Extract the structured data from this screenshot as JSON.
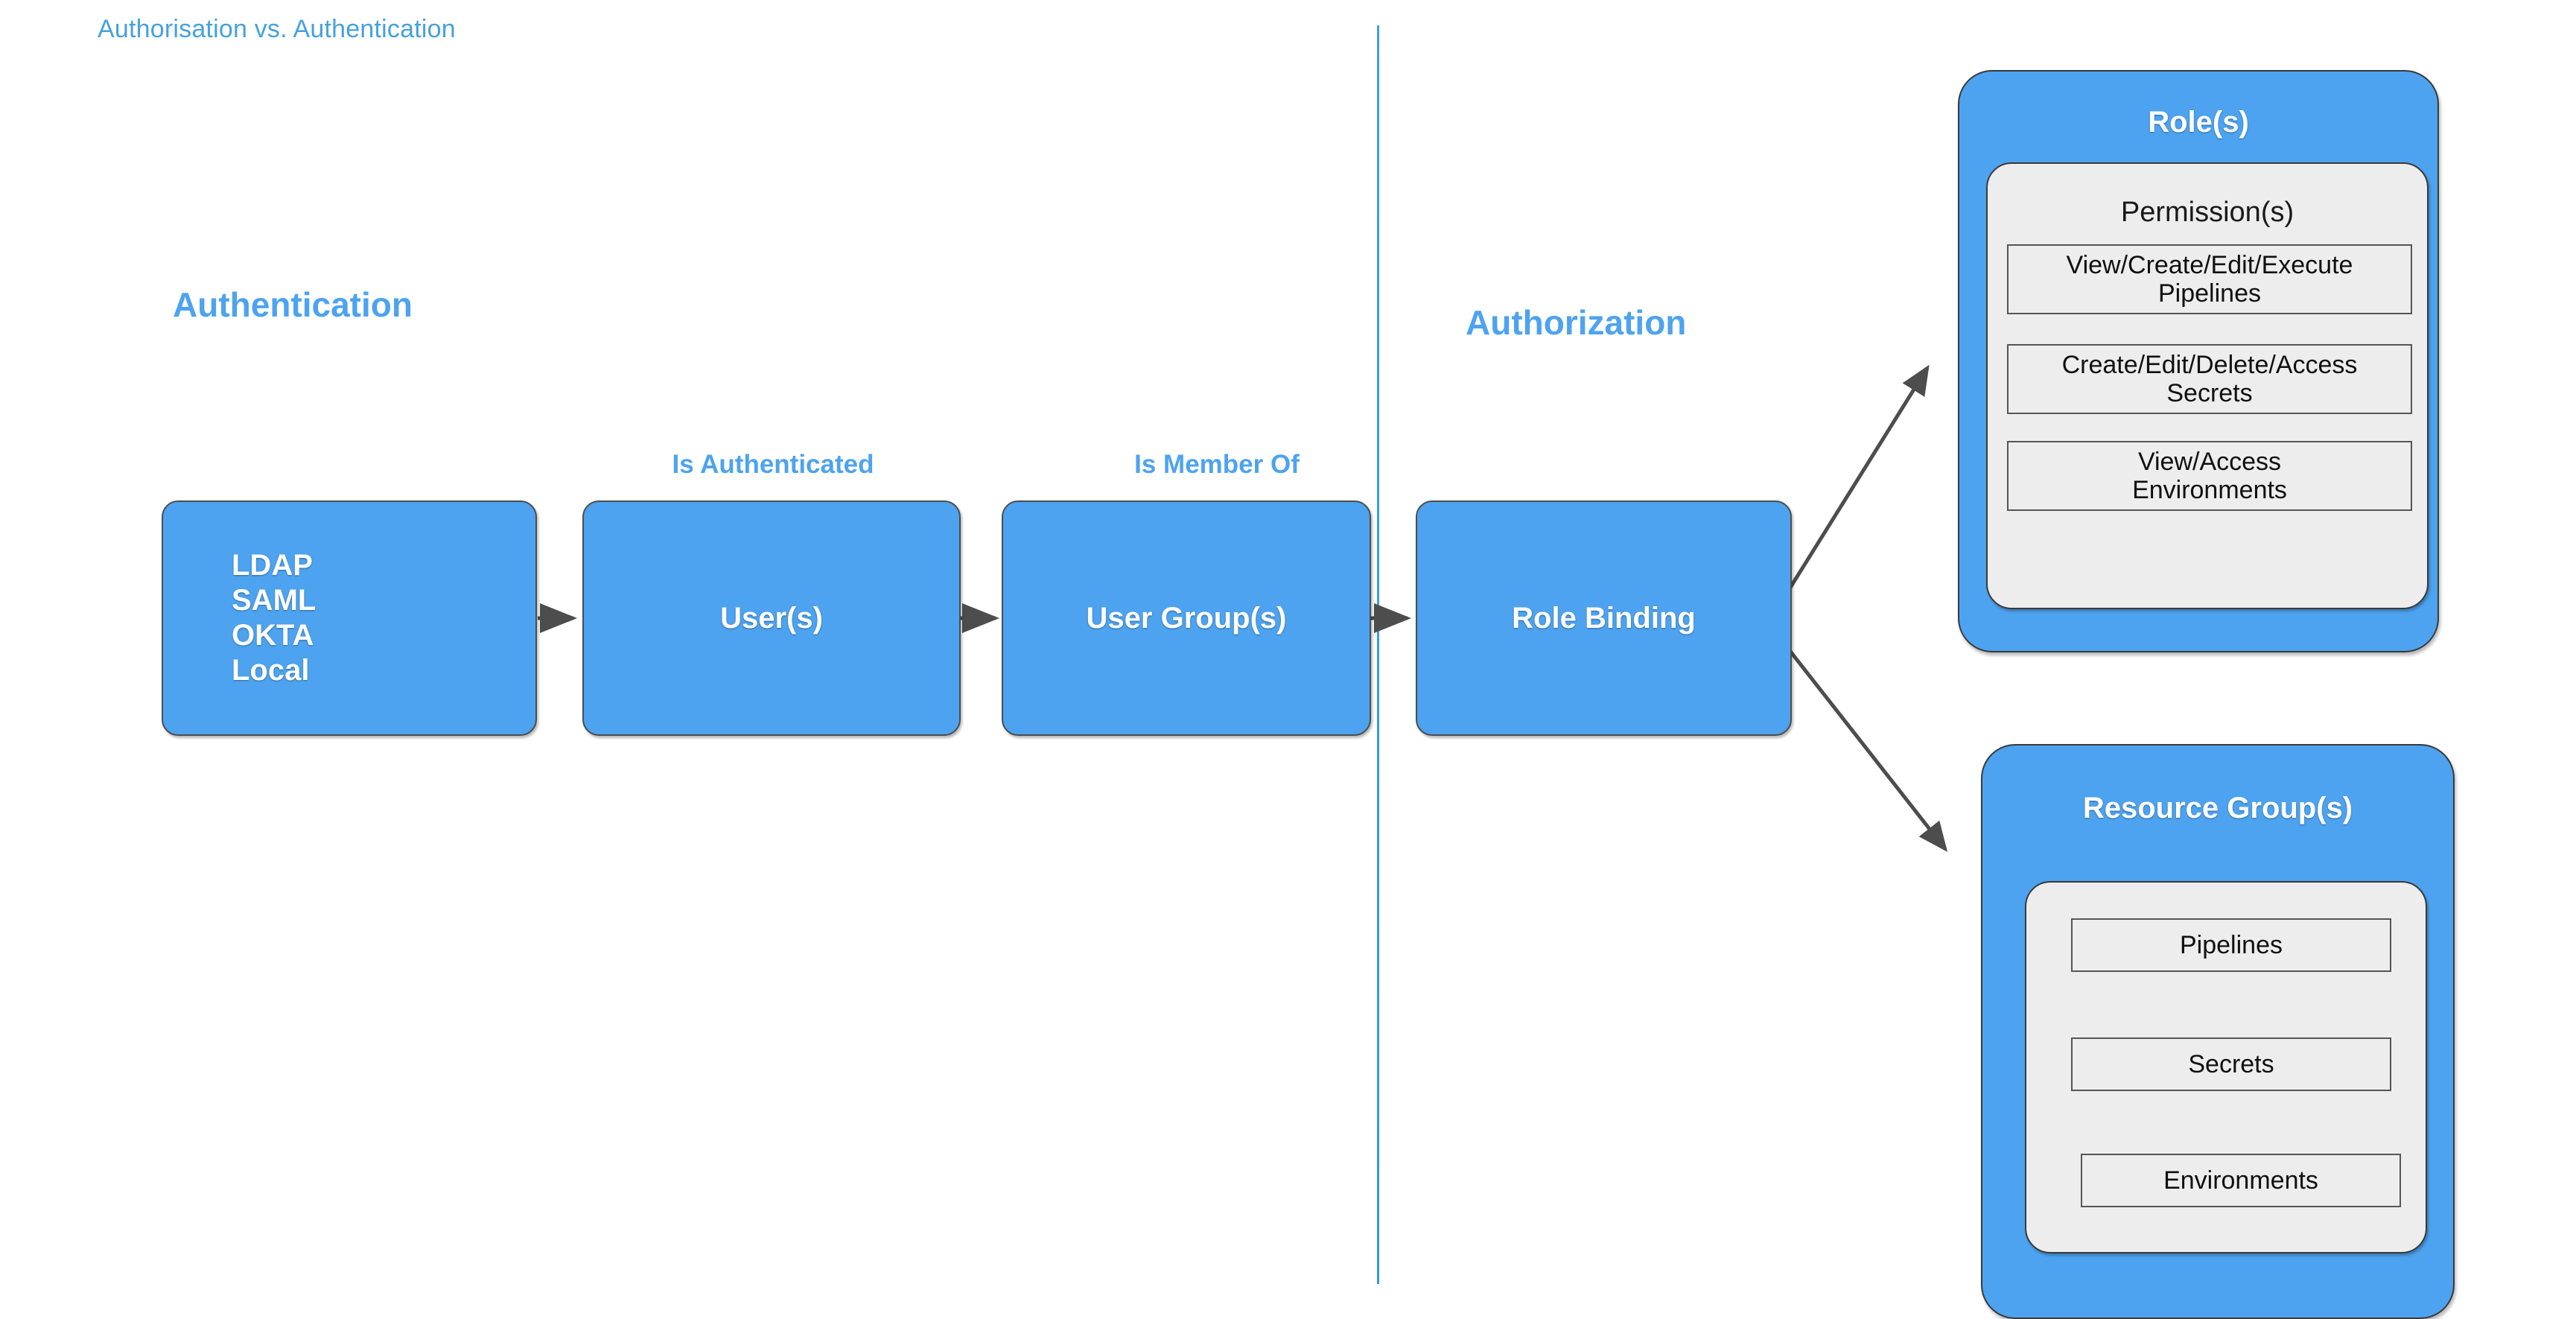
{
  "document": {
    "title": "Authorisation vs. Authentication"
  },
  "sections": [
    {
      "id": "authentication",
      "label": "Authentication"
    },
    {
      "id": "authorization",
      "label": "Authorization"
    }
  ],
  "flow": {
    "boxes": [
      {
        "id": "identity-providers",
        "label": "LDAP\nSAML\nOKTA\nLocal"
      },
      {
        "id": "users",
        "label": "User(s)"
      },
      {
        "id": "user-groups",
        "label": "User Group(s)"
      },
      {
        "id": "role-binding",
        "label": "Role Binding"
      }
    ],
    "edge_labels": [
      {
        "id": "is-authenticated",
        "label": "Is Authenticated"
      },
      {
        "id": "is-member-of",
        "label": "Is Member Of"
      }
    ]
  },
  "groups": [
    {
      "id": "roles",
      "title": "Role(s)",
      "inner_title": "Permission(s)",
      "items": [
        "View/Create/Edit/Execute\nPipelines",
        "Create/Edit/Delete/Access\nSecrets",
        "View/Access\nEnvironments"
      ]
    },
    {
      "id": "resource-groups",
      "title": "Resource Group(s)",
      "inner_title": "",
      "items": [
        "Pipelines",
        "Secrets",
        "Environments"
      ]
    }
  ],
  "colors": {
    "brand_blue": "#4da3ef",
    "title_blue": "#45a1de",
    "panel_gray": "#ededed",
    "stroke_dark": "#3a3a3a",
    "arrow_gray": "#4d4d4d"
  }
}
